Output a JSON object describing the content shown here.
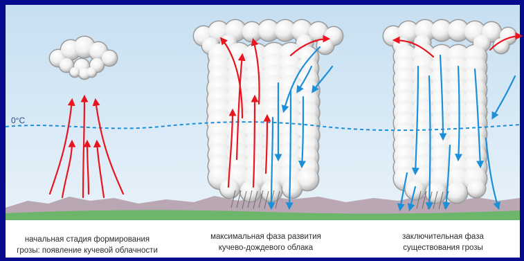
{
  "freezing_label": "0°C",
  "stages": [
    {
      "id": "initial",
      "caption": [
        "начальная стадия формирования",
        "грозы: появление кучевой облачности"
      ]
    },
    {
      "id": "mature",
      "caption": [
        "максимальная фаза развития",
        "кучево-дождевого облака"
      ]
    },
    {
      "id": "final",
      "caption": [
        "заключительная фаза",
        "существования грозы"
      ]
    }
  ],
  "colors": {
    "frame": "#070a8c",
    "sky_top": "#c6dff1",
    "sky_bottom": "#eaf3fa",
    "cloud": "#f4f4f4",
    "cloud_shade": "#b8b8b8",
    "updraft": "#e8141e",
    "downdraft": "#1b8fd8",
    "isotherm": "#1b8fd8",
    "mountains": "#b9a7b4",
    "ground": "#6db56a",
    "caption_bg": "#ffffff"
  }
}
